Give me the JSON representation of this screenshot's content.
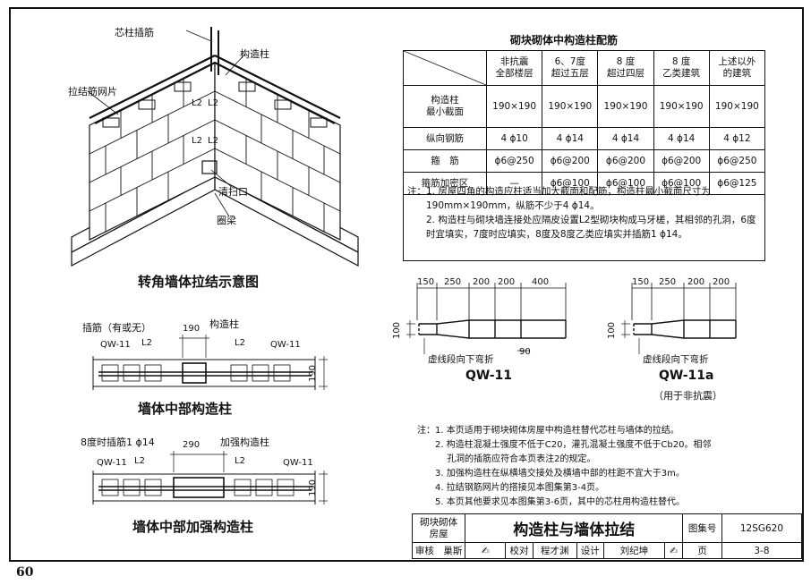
{
  "iso": {
    "caption": "转角墙体拉结示意图",
    "label_core_bar": "芯柱插筋",
    "label_column": "构造柱",
    "label_mesh": "拉结筋网片",
    "label_l2": "L2",
    "label_cleanout": "清扫口",
    "label_beam": "圈梁"
  },
  "mid": {
    "caption": "墙体中部构造柱",
    "label_bar": "插筋（有或无）",
    "label_column": "构造柱",
    "dim_190": "190",
    "label_qw11": "QW-11",
    "label_l2": "L2",
    "dim_side": "190"
  },
  "reinf": {
    "caption": "墙体中部加强构造柱",
    "label_bar": "8度时插筋1 ϕ14",
    "label_column": "加强构造柱",
    "dim_290": "290",
    "label_qw11": "QW-11",
    "label_l2": "L2",
    "dim_side": "190"
  },
  "table": {
    "title": "砌块砌体中构造柱配筋",
    "headers": [
      "非抗震\n全部楼层",
      "6、7度\n超过五层",
      "8 度\n超过四层",
      "8 度\n乙类建筑",
      "上述以外\n的建筑"
    ],
    "rows": [
      {
        "label": "构造柱\n最小截面",
        "values": [
          "190×190",
          "190×190",
          "190×190",
          "190×190",
          "190×190"
        ]
      },
      {
        "label": "纵向钢筋",
        "values": [
          "4 ϕ10",
          "4 ϕ14",
          "4 ϕ14",
          "4 ϕ14",
          "4 ϕ12"
        ]
      },
      {
        "label": "箍　筋",
        "values": [
          "ϕ6@250",
          "ϕ6@200",
          "ϕ6@200",
          "ϕ6@200",
          "ϕ6@250"
        ]
      },
      {
        "label": "箍筋加密区",
        "values": [
          "—",
          "ϕ6@100",
          "ϕ6@100",
          "ϕ6@100",
          "ϕ6@125"
        ]
      }
    ],
    "note_label": "注：",
    "note1": "1. 房屋四角的构造应柱适当加大截面和配筋，构造柱最小截面尺寸为190mm×190mm，纵筋不少于4 ϕ14。",
    "note2": "2. 构造柱与砌块墙连接处应隔皮设置L2型砌块构成马牙槎，其相邻的孔洞，6度时宜填实，7度时应填实，8度及8度乙类应填实并插筋1 ϕ14。"
  },
  "qw11": {
    "dims": [
      "150",
      "250",
      "200",
      "200",
      "400"
    ],
    "height": "100",
    "note": "虚线段向下弯折",
    "dim90": "90",
    "name": "QW-11"
  },
  "qw11a": {
    "dims": [
      "150",
      "250",
      "200",
      "200"
    ],
    "height": "100",
    "note": "虚线段向下弯折",
    "name": "QW-11a",
    "sub": "（用于非抗震）"
  },
  "notes": {
    "label": "注：",
    "items": [
      "1. 本页适用于砌块砌体房屋中构造柱替代芯柱与墙体的拉结。",
      "2. 构造柱混凝土强度不低于C20，灌孔混凝土强度不低于Cb20。相邻",
      "　 孔洞的插筋应符合本页表注2的规定。",
      "3. 加强构造柱在纵横墙交接处及横墙中部的柱距不宜大于3m。",
      "4. 拉结钢筋网片的搭接见本图集第3-4页。",
      "5. 本页其他要求见本图集第3-6页，其中的芯柱用构造柱替代。"
    ]
  },
  "title_block": {
    "category": "砌块砌体\n房屋",
    "title": "构造柱与墙体拉结",
    "atlas_label": "图集号",
    "atlas_no": "12SG620",
    "review_label": "审核",
    "review_name": "巢斯",
    "check_label": "校对",
    "check_name": "程才渊",
    "design_label": "设计",
    "design_name": "刘纪坤",
    "page_label": "页",
    "page_no": "3-8"
  },
  "page_number": "60"
}
